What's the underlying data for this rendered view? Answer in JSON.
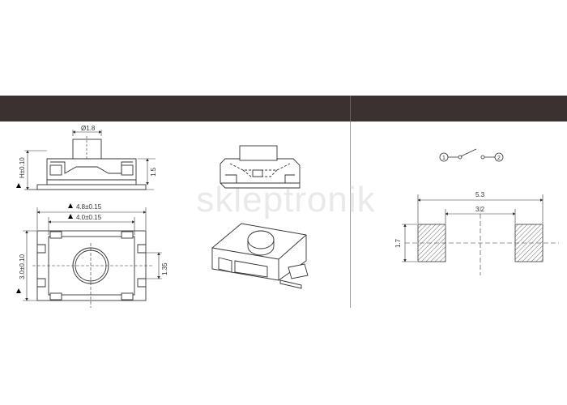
{
  "header": {
    "left_title": "Dimension",
    "right_title": "Circuit Diagram",
    "background": "#3a3230"
  },
  "watermark": "skleptronik",
  "dimension": {
    "side_view": {
      "diameter_label": "Ø1.8",
      "height_label": "H±0.10",
      "step_label": "1.5"
    },
    "top_view": {
      "width_outer_label": "4.8±0.15",
      "width_inner_label": "4.0±0.15",
      "height_label": "3.0±0.10",
      "pad_label": "1.35"
    }
  },
  "circuit": {
    "pin1": "1",
    "pin2": "2",
    "outer_span": "5.3",
    "inner_span": "3.2",
    "pad_height": "1.7"
  }
}
